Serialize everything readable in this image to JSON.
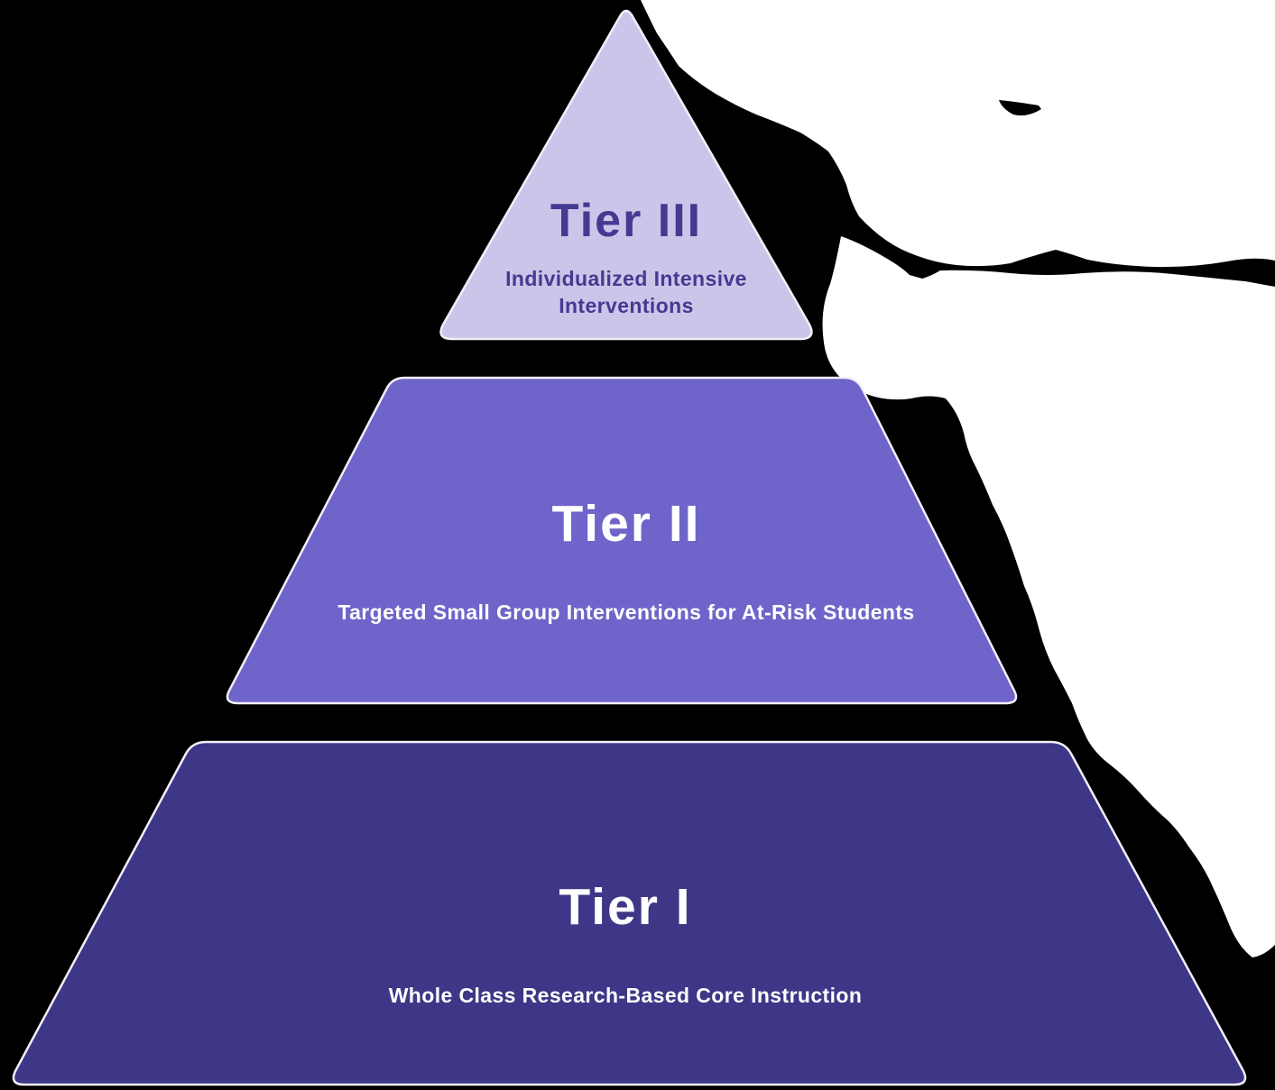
{
  "diagram": {
    "background_color": "#000000",
    "overlay_color": "#ffffff",
    "stroke_color": "#f2effa",
    "tiers": {
      "tier3": {
        "title": "Tier III",
        "subtitle_line1": "Individualized Intensive",
        "subtitle_line2": "Interventions",
        "fill": "#cdc5e9",
        "text_color": "#443a92"
      },
      "tier2": {
        "title": "Tier II",
        "subtitle": "Targeted Small Group Interventions for At-Risk Students",
        "fill": "#6f64c9",
        "text_color": "#ffffff"
      },
      "tier1": {
        "title": "Tier I",
        "subtitle": "Whole Class Research-Based Core Instruction",
        "fill": "#3e3787",
        "text_color": "#ffffff"
      }
    }
  }
}
